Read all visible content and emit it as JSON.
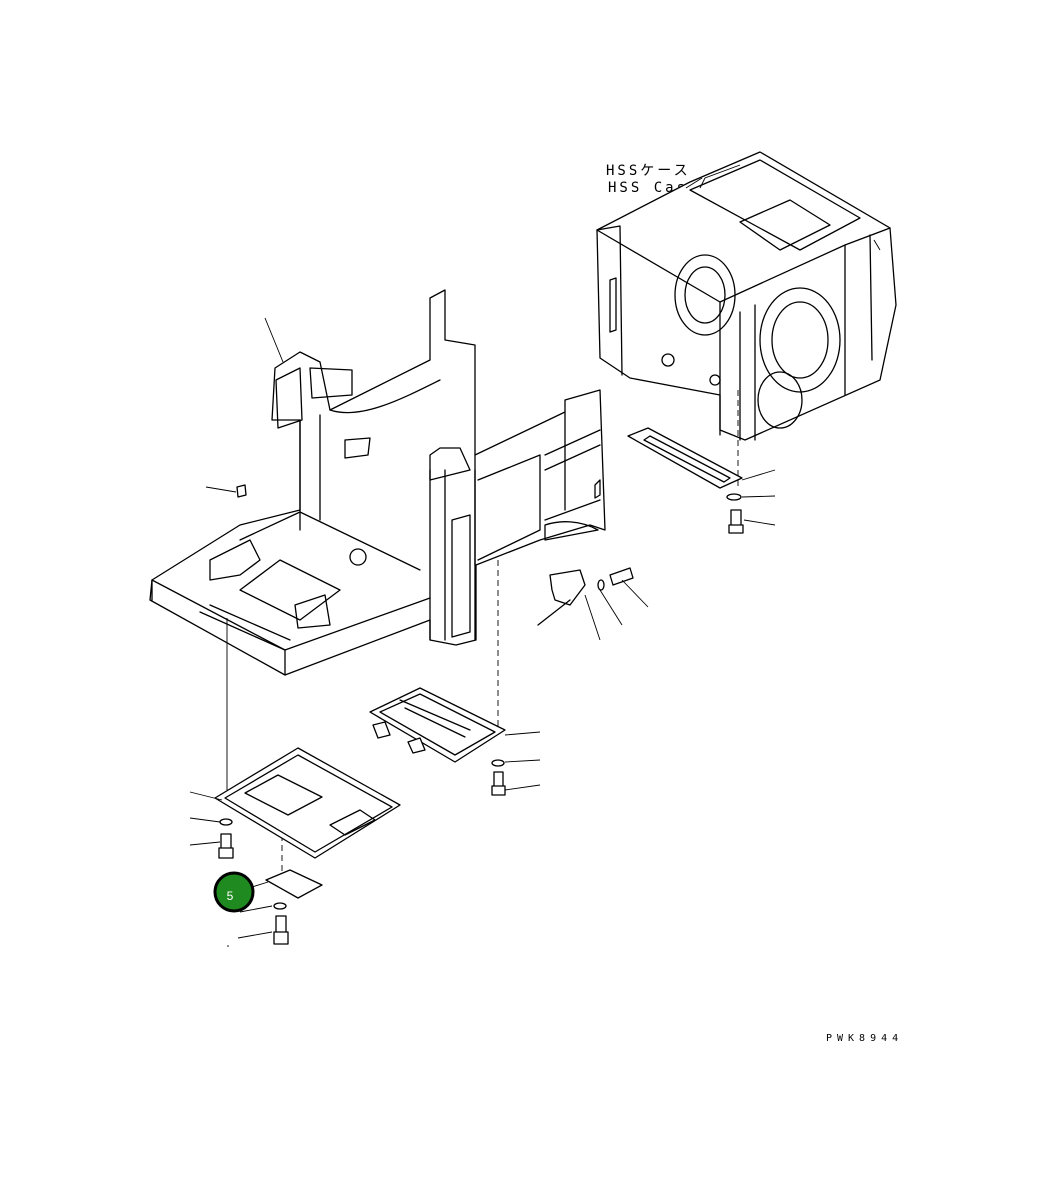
{
  "labels": {
    "hss_case_jp": "HSSケース",
    "hss_case_en": "HSS Case",
    "drawing_code": "PWK8944"
  },
  "callout": {
    "number": "5",
    "color": "#1f8a1f",
    "border_color": "#000000"
  }
}
